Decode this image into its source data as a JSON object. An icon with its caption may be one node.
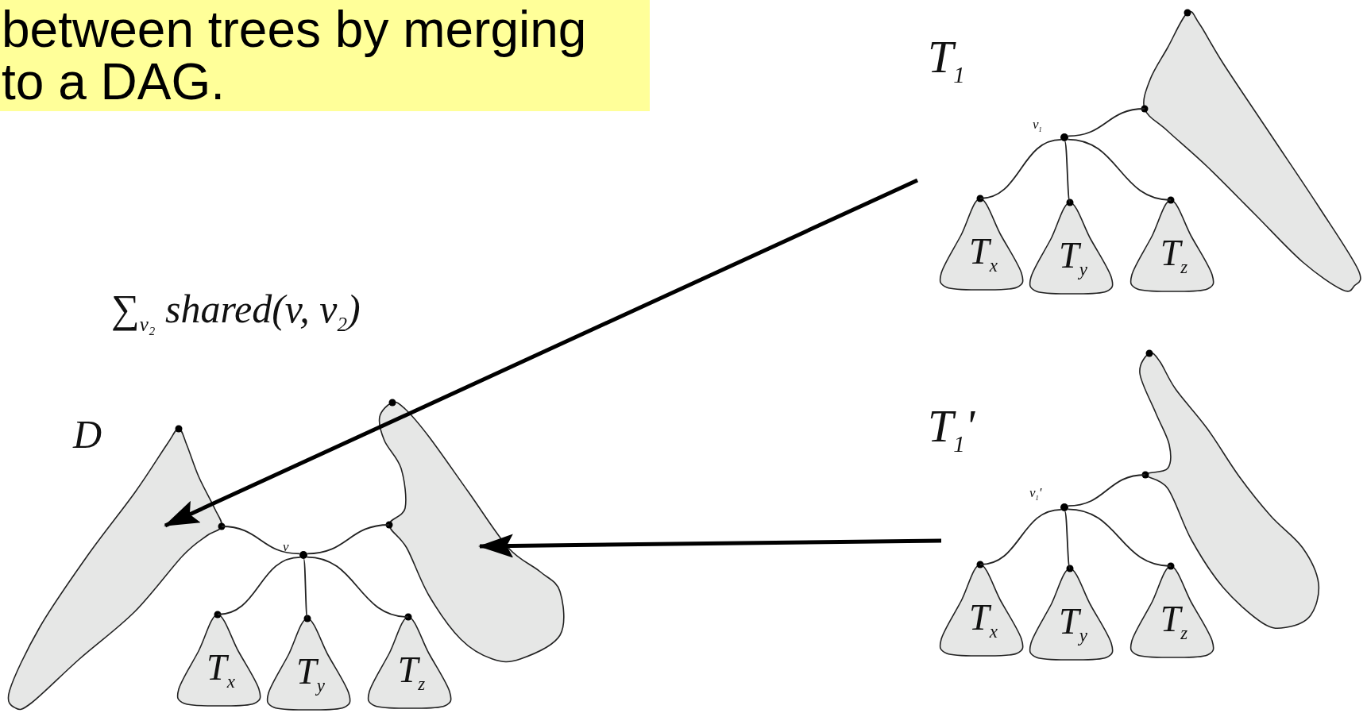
{
  "diagram": {
    "nodes": [
      {
        "text": [
          "between trees by merging to a DAG."
        ]
      },
      {
        "text": [],
        "shape": "blob"
      },
      {
        "text": [],
        "shape": "circle",
        "beside": [
          "v$_{1}$"
        ]
      },
      {
        "text": [
          "T$_{x}$"
        ]
      },
      {
        "text": [
          "T$_{y}$"
        ]
      },
      {
        "text": [
          "T$_{z}$"
        ]
      },
      {
        "text": [],
        "shape": "blob"
      },
      {
        "text": [],
        "shape": "blob"
      },
      {
        "text": [],
        "shape": "circle",
        "beside": [
          "v"
        ]
      },
      {
        "text": [
          "T$_{x}$"
        ]
      },
      {
        "text": [
          "T$_{y}$"
        ]
      },
      {
        "text": [
          "T$_{z}$"
        ]
      },
      {
        "text": [],
        "shape": "blob"
      },
      {
        "text": [],
        "shape": "circle",
        "beside": [
          "v$_{1}$'"
        ]
      },
      {
        "text": [
          "T$_{x}$"
        ]
      },
      {
        "text": [
          "T$_{y}$"
        ]
      },
      {
        "text": [
          "T$_{z}$"
        ]
      }
    ],
    "edges": [
      {
        "from": 1,
        "to": 2,
        "arrow": "none"
      },
      {
        "from": 2,
        "to": 3,
        "arrow": "none"
      },
      {
        "from": 2,
        "to": 4,
        "arrow": "none"
      },
      {
        "from": 2,
        "to": 5,
        "arrow": "none"
      },
      {
        "from": 6,
        "to": 8,
        "arrow": "none"
      },
      {
        "from": 7,
        "to": 8,
        "arrow": "none"
      },
      {
        "from": 8,
        "to": 9,
        "arrow": "none"
      },
      {
        "from": 8,
        "to": 10,
        "arrow": "none"
      },
      {
        "from": 8,
        "to": 11,
        "arrow": "none"
      },
      {
        "from": 12,
        "to": 13,
        "arrow": "none"
      },
      {
        "from": 13,
        "to": 14,
        "arrow": "none"
      },
      {
        "from": 13,
        "to": 15,
        "arrow": "none"
      },
      {
        "from": 13,
        "to": 16,
        "arrow": "none"
      },
      {
        "from": null,
        "to": 6,
        "arrow": "to",
        "style": "thick"
      },
      {
        "from": null,
        "to": 7,
        "arrow": "to",
        "style": "thick"
      }
    ],
    "labels": [
      "T$_{1}$",
      "∑$_{v₂}$ shared(v, v$_{2}$)",
      "T$_{1}$'",
      "D"
    ]
  }
}
